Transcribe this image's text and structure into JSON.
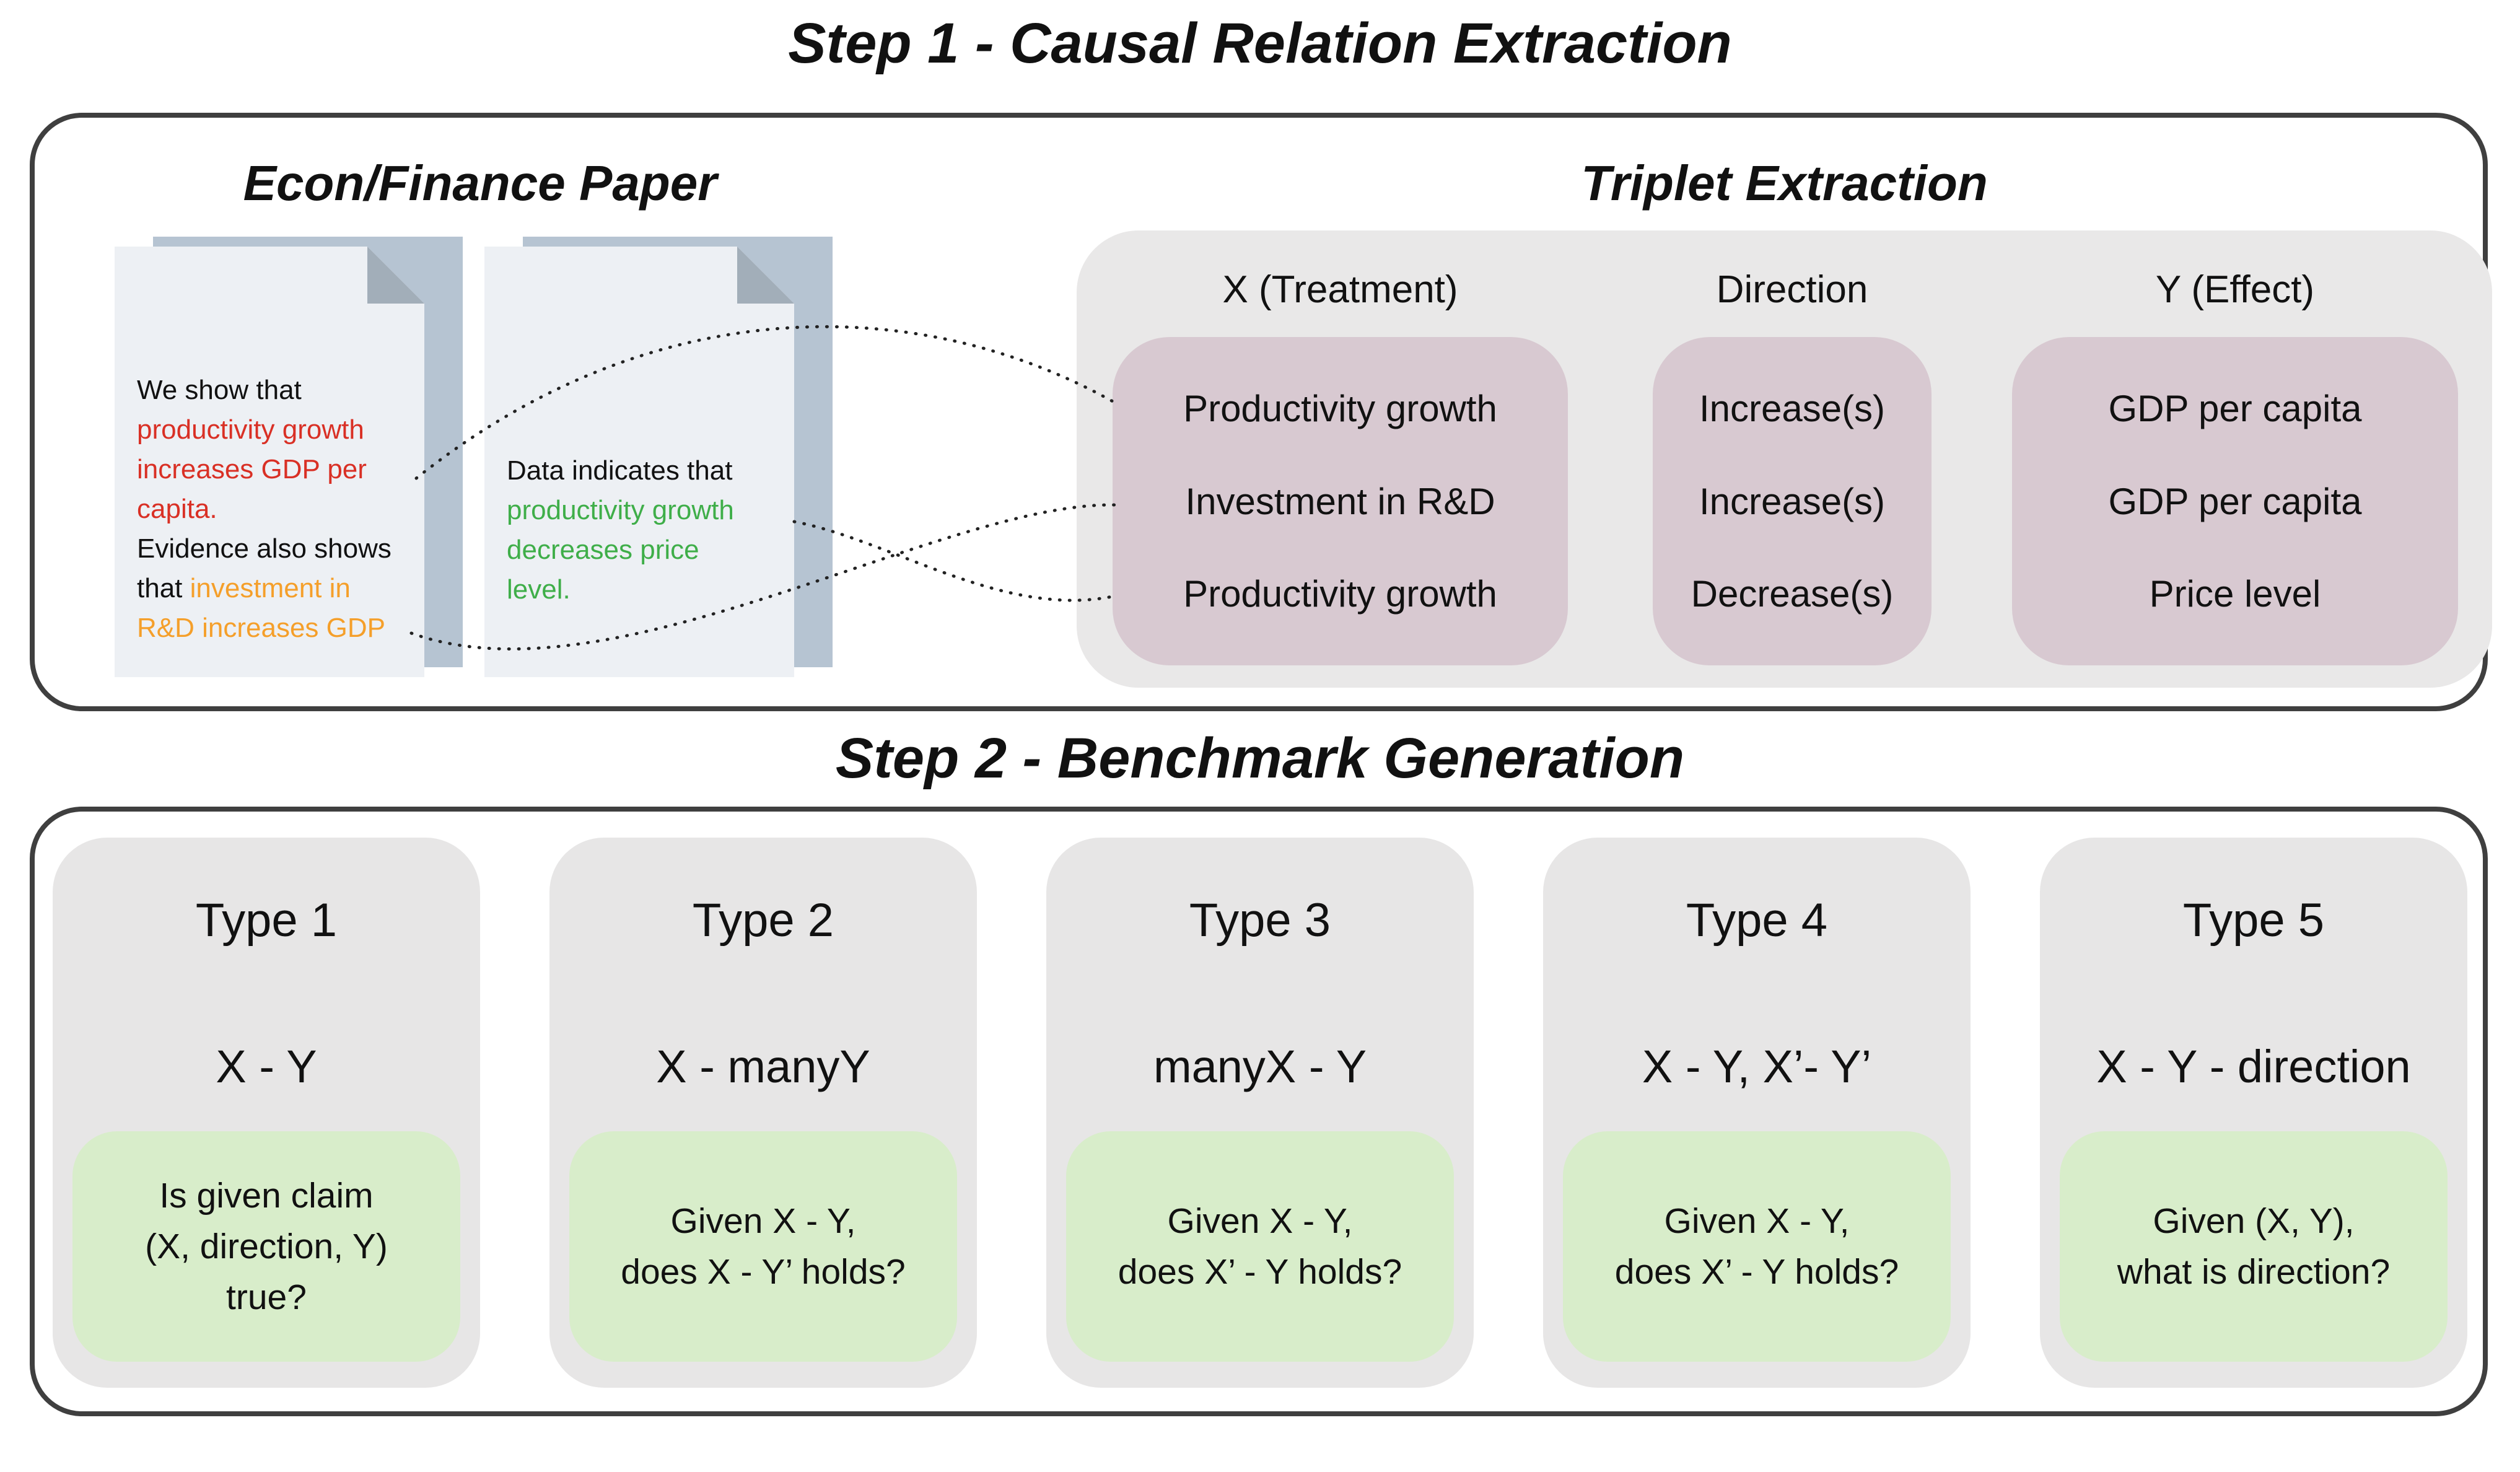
{
  "step1": {
    "title": "Step 1 - Causal Relation Extraction",
    "papers": {
      "heading": "Econ/Finance Paper",
      "doc1": {
        "part1": "We show that\n",
        "part2_red": "productivity growth\nincreases GDP per\ncapita.\n",
        "part3": "Evidence also shows\nthat ",
        "part4_orange": "investment in\nR&D increases GDP"
      },
      "doc2": {
        "part1": "Data indicates that\n",
        "part2_green": "productivity growth\ndecreases price\nlevel."
      }
    },
    "triplets": {
      "heading": "Triplet Extraction",
      "columns": [
        {
          "header": "X (Treatment)",
          "rows": [
            "Productivity growth",
            "Investment in R&D",
            "Productivity growth"
          ]
        },
        {
          "header": "Direction",
          "rows": [
            "Increase(s)",
            "Increase(s)",
            "Decrease(s)"
          ]
        },
        {
          "header": "Y (Effect)",
          "rows": [
            "GDP per capita",
            "GDP per capita",
            "Price level"
          ]
        }
      ]
    }
  },
  "step2": {
    "title": "Step 2 - Benchmark Generation",
    "cards": [
      {
        "type": "Type 1",
        "formula": "X - Y",
        "question": "Is given claim\n(X, direction, Y)\ntrue?"
      },
      {
        "type": "Type 2",
        "formula": "X - manyY",
        "question": "Given X - Y,\ndoes X - Y’ holds?"
      },
      {
        "type": "Type 3",
        "formula": "manyX - Y",
        "question": "Given X - Y,\ndoes X’ - Y holds?"
      },
      {
        "type": "Type 4",
        "formula": "X - Y, X’- Y’",
        "question": "Given X - Y,\ndoes X’ - Y holds?"
      },
      {
        "type": "Type 5",
        "formula": "X - Y - direction",
        "question": "Given (X, Y),\nwhat is direction?"
      }
    ]
  },
  "colors": {
    "red_text": "#d93025",
    "orange_text": "#f59f2a",
    "green_text": "#3fae49",
    "panel_gray": "#e9e8e8",
    "triplet_mauve": "#d8c9d1",
    "card_gray": "#e7e6e6",
    "question_green": "#d8edca",
    "doc_front": "#edf0f4",
    "doc_back": "#b6c4d2",
    "box_border": "#3f3f3f"
  }
}
